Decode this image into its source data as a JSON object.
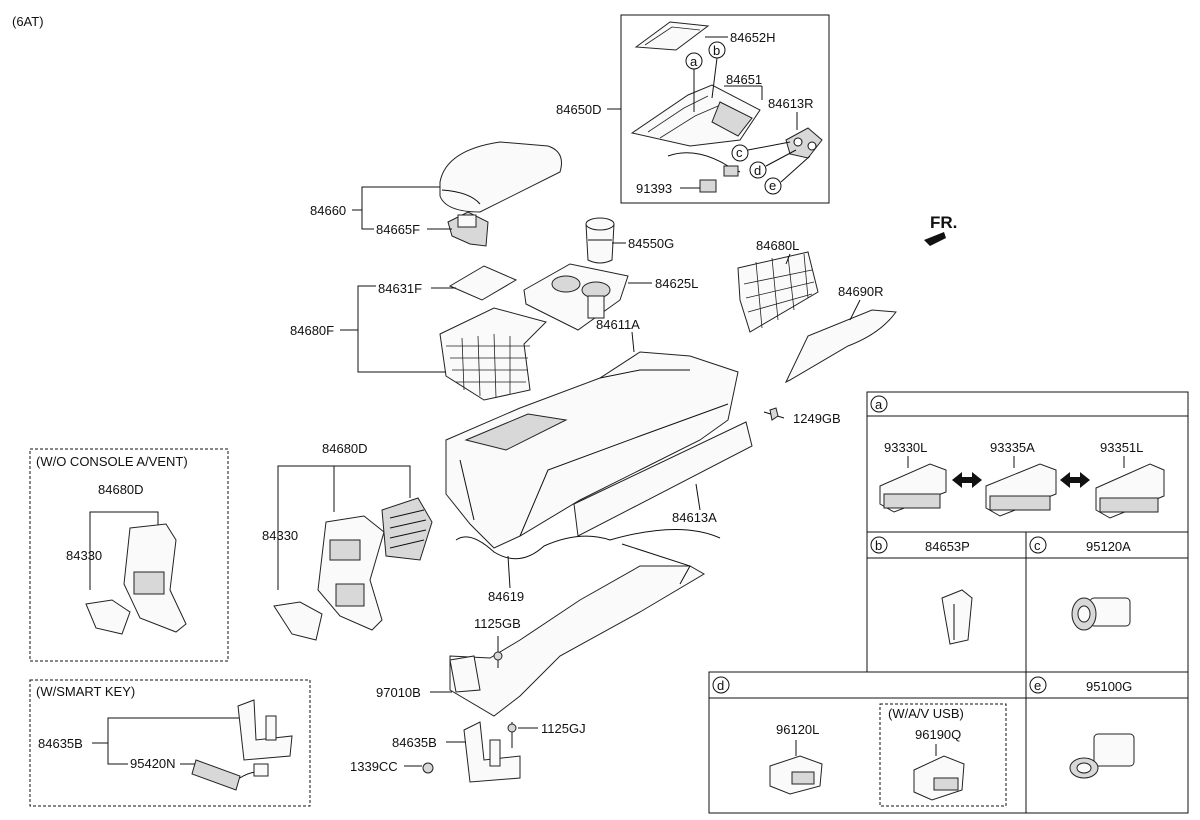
{
  "variant": "(6AT)",
  "front_marker": "FR.",
  "callouts": {
    "c84652H": "84652H",
    "c84651": "84651",
    "c84650D": "84650D",
    "c84613R": "84613R",
    "c91393": "91393",
    "c84660": "84660",
    "c84665F": "84665F",
    "c84550G": "84550G",
    "c84625L": "84625L",
    "c84680L": "84680L",
    "c84690R": "84690R",
    "c84631F": "84631F",
    "c84680F": "84680F",
    "c84611A": "84611A",
    "c1249GB": "1249GB",
    "c84613A": "84613A",
    "c84680D": "84680D",
    "c84330": "84330",
    "c84619": "84619",
    "c1125GB": "1125GB",
    "c97010B": "97010B",
    "c1125GJ": "1125GJ",
    "c84635B": "84635B",
    "c1339CC": "1339CC"
  },
  "letters": {
    "a": "a",
    "b": "b",
    "c": "c",
    "d": "d",
    "e": "e"
  },
  "inset_no_vent": {
    "title": "(W/O CONSOLE A/VENT)",
    "c84680D": "84680D",
    "c84330": "84330"
  },
  "inset_smart_key": {
    "title": "(W/SMART KEY)",
    "c84635B": "84635B",
    "c95420N": "95420N"
  },
  "detail_table": {
    "a_parts": [
      "93330L",
      "93335A",
      "93351L"
    ],
    "b_part": "84653P",
    "c_part": "95120A",
    "d_part": "96120L",
    "d_sub_title": "(W/A/V  USB)",
    "d_sub_part": "96190Q",
    "e_part": "95100G"
  },
  "colors": {
    "line": "#111111",
    "part_fill": "#fafafa",
    "shade": "#d8d8d8"
  }
}
